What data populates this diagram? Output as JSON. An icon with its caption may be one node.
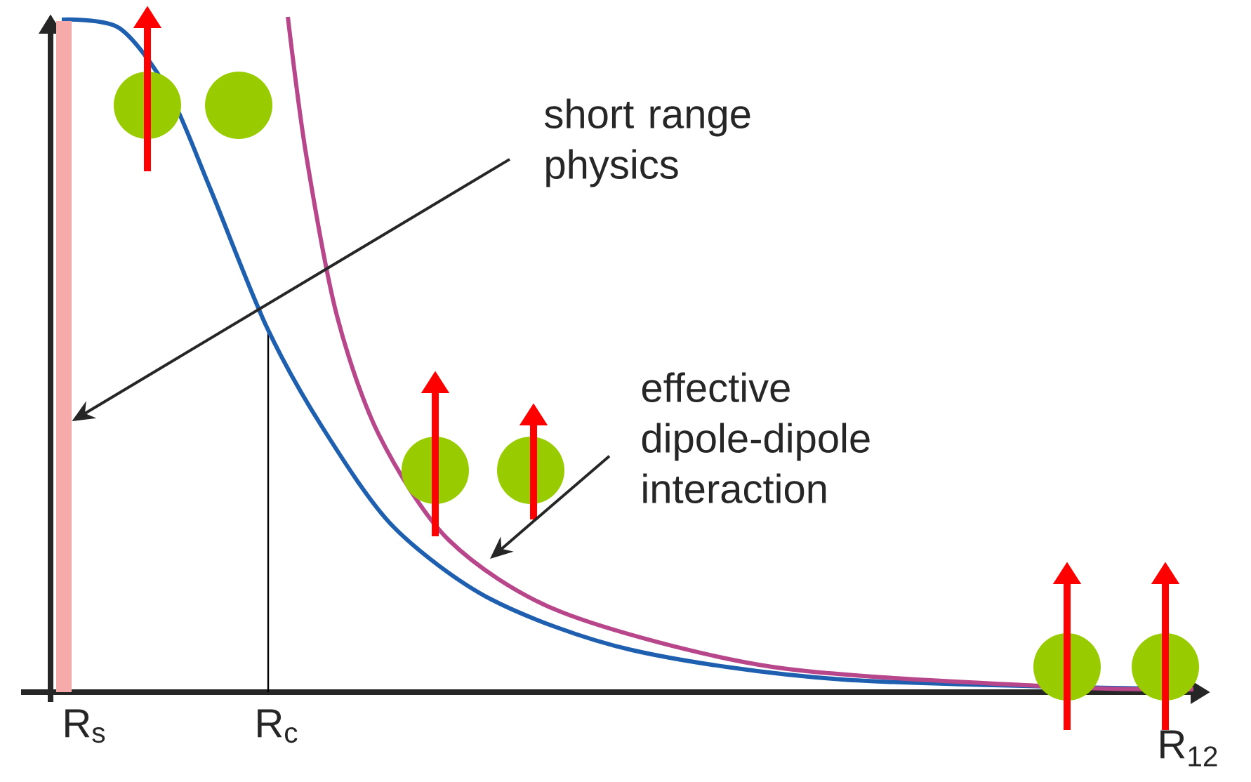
{
  "diagram": {
    "nodes": [
      {
        "text": [
          "short range physics"
        ]
      },
      {
        "text": [],
        "shape": "bar"
      },
      {
        "text": [
          "effective dipole-dipole interaction"
        ]
      }
    ],
    "edges": [
      {
        "from": 0,
        "to": 1,
        "arrow": "to"
      },
      {
        "from": 2,
        "to": null,
        "arrow": "to"
      }
    ],
    "labels": [
      "R$_{s}$",
      "R$_{c}$",
      "R$_{12}$"
    ]
  }
}
